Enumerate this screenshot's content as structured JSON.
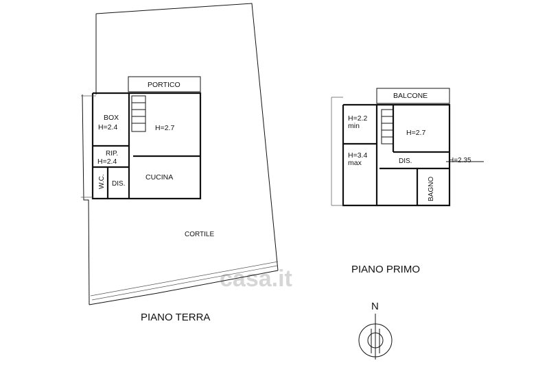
{
  "watermark": "casa.it",
  "piano_terra": {
    "title": "PIANO TERRA",
    "rooms": {
      "portico": "PORTICO",
      "box": "BOX",
      "box_h": "H=2.4",
      "main_h": "H=2.7",
      "rip": "RIP.",
      "rip_h": "H=2.4",
      "wc": "W.C.",
      "dis": "DIS.",
      "cucina": "CUCINA",
      "cortile": "CORTILE"
    }
  },
  "piano_primo": {
    "title": "PIANO PRIMO",
    "rooms": {
      "balcone": "BALCONE",
      "h_min_1": "H=2.2",
      "h_min_2": "min",
      "h_max_1": "H=3.4",
      "h_max_2": "max",
      "main_h": "H=2.7",
      "dis": "DIS.",
      "h_235": "H=2.35",
      "bagno": "BAGNO"
    }
  },
  "north_arrow": {
    "label": "N"
  }
}
